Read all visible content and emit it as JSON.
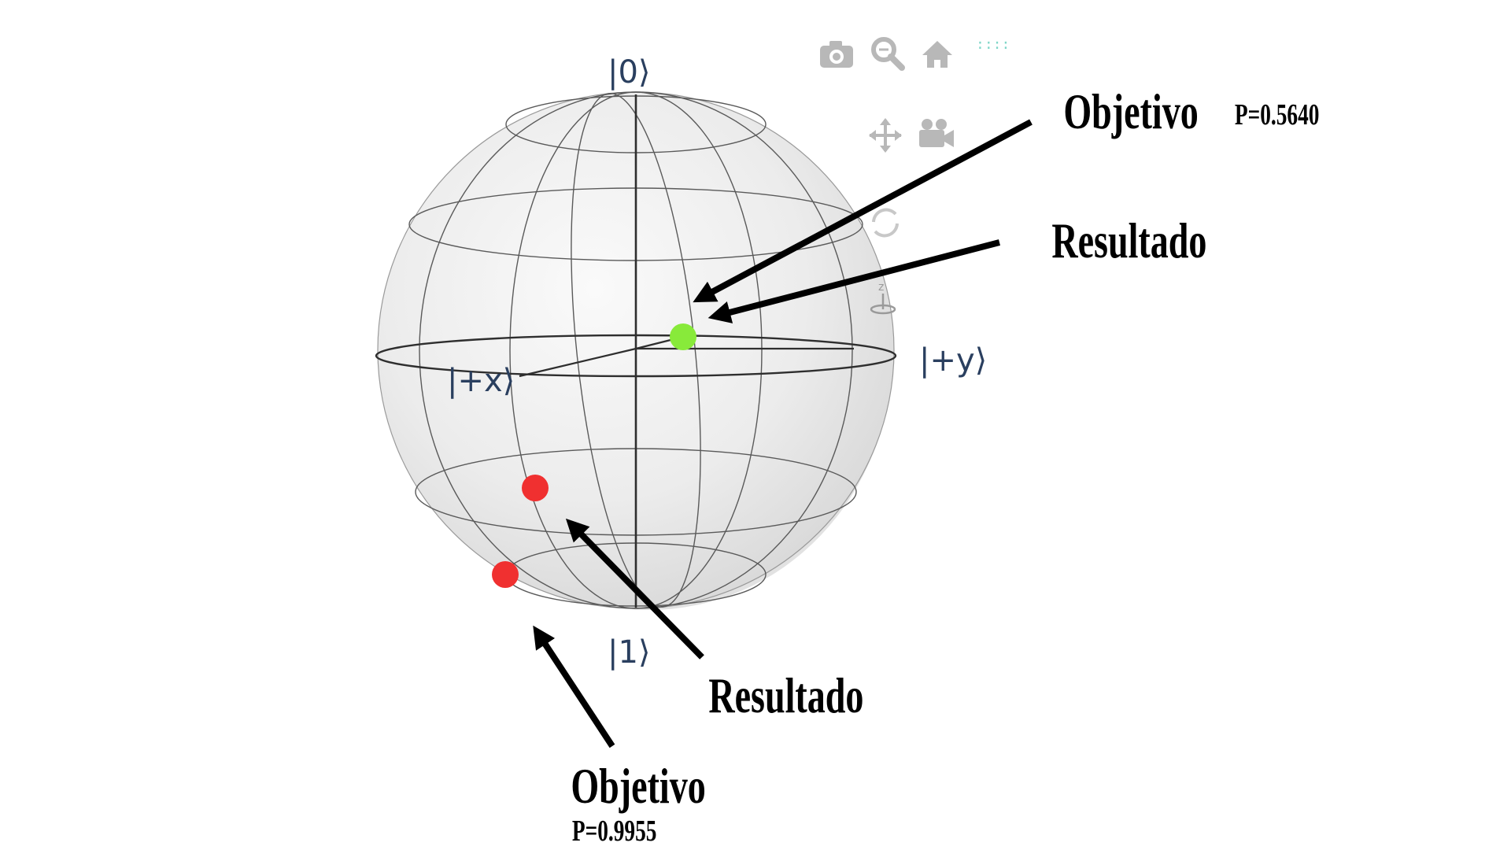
{
  "states": {
    "zero": "|0⟩",
    "one": "|1⟩",
    "plus_x": "|+x⟩",
    "plus_y": "|+y⟩"
  },
  "annotations": {
    "top_objective": "Objetivo",
    "top_probability": "P=0.5640",
    "top_result": "Resultado",
    "bottom_result": "Resultado",
    "bottom_objective": "Objetivo",
    "bottom_probability": "P=0.9955"
  },
  "toolbar": {
    "icons": [
      "camera-icon",
      "zoom-icon",
      "home-icon",
      "more-icon",
      "pan-icon",
      "video-camera-icon",
      "orbit-icon",
      "turntable-icon"
    ],
    "more_glyph": "::::",
    "z_axis_glyph": "z"
  },
  "colors": {
    "green_point": "#88ea3a",
    "red_point": "#f03030",
    "label": "#2a3f5f",
    "icon": "#b8b8b8",
    "accent_teal": "#7fd6c8"
  }
}
